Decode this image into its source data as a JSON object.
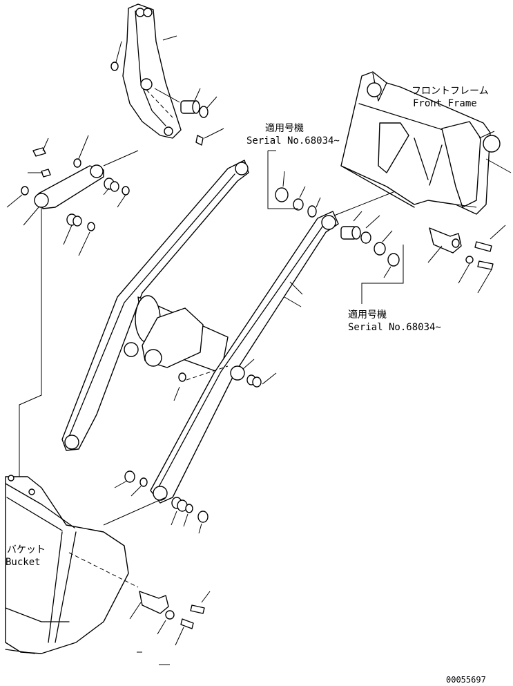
{
  "front_frame": {
    "jp": "フロントフレーム",
    "en": "Front Frame"
  },
  "bucket": {
    "jp": "バケット",
    "en": "Bucket"
  },
  "serial_a": {
    "jp": "適用号機",
    "en": "Serial No.68034~"
  },
  "serial_b": {
    "jp": "適用号機",
    "en": "Serial No.68034~"
  },
  "drawing_number": "00055697"
}
